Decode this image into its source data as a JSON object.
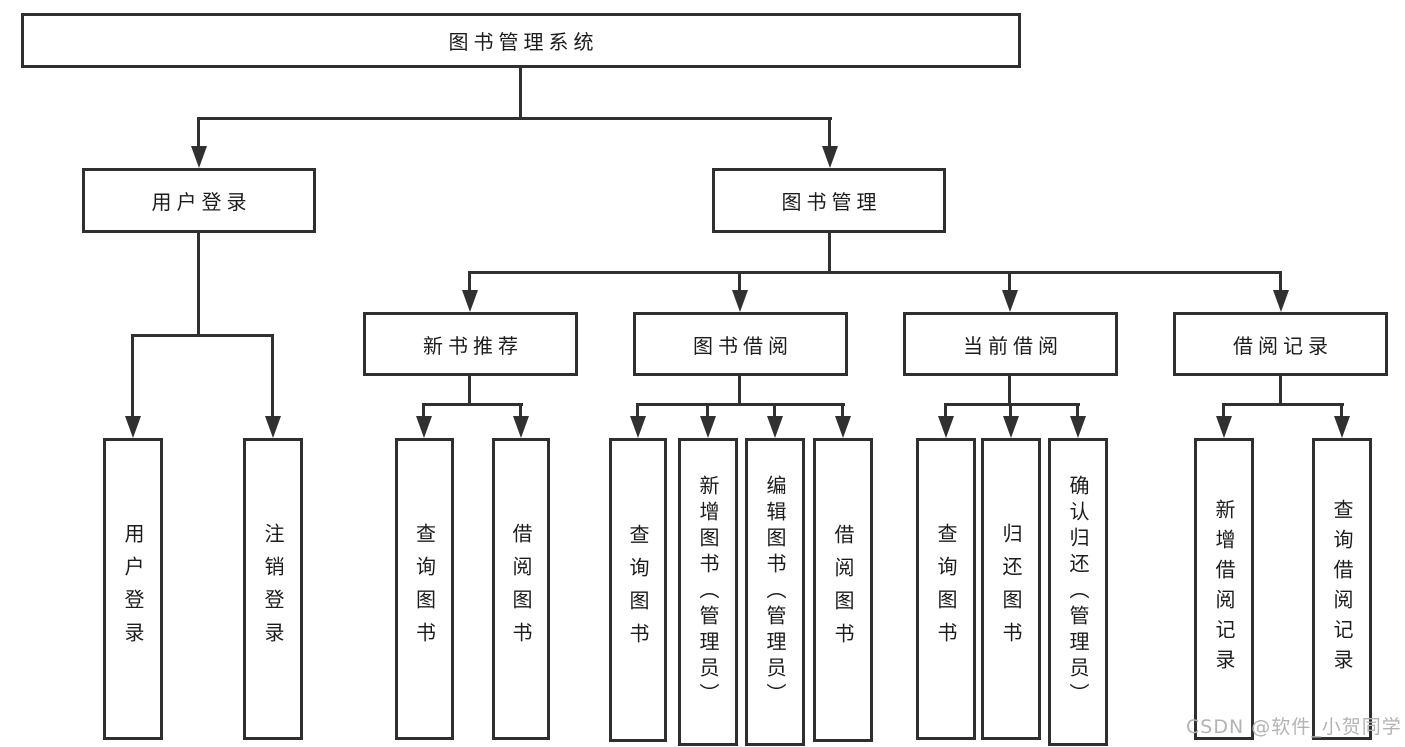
{
  "diagram_type": "hierarchy-tree",
  "root": {
    "label": "图书管理系统",
    "children": [
      {
        "label": "用户登录",
        "children": [
          {
            "label": "用户登录"
          },
          {
            "label": "注销登录"
          }
        ]
      },
      {
        "label": "图书管理",
        "children": [
          {
            "label": "新书推荐",
            "children": [
              {
                "label": "查询图书"
              },
              {
                "label": "借阅图书"
              }
            ]
          },
          {
            "label": "图书借阅",
            "children": [
              {
                "label": "查询图书"
              },
              {
                "label": "新增图书（管理员）"
              },
              {
                "label": "编辑图书（管理员）"
              },
              {
                "label": "借阅图书"
              }
            ]
          },
          {
            "label": "当前借阅",
            "children": [
              {
                "label": "查询图书"
              },
              {
                "label": "归还图书"
              },
              {
                "label": "确认归还（管理员）"
              }
            ]
          },
          {
            "label": "借阅记录",
            "children": [
              {
                "label": "新增借阅记录"
              },
              {
                "label": "查询借阅记录"
              }
            ]
          }
        ]
      }
    ]
  },
  "watermark": "CSDN @软件_小贺同学",
  "colors": {
    "background": "#ffffff",
    "box_border": "#2f2f2f",
    "line": "#303030",
    "text": "#1c1c1e",
    "watermark": "#b3b3b3"
  }
}
